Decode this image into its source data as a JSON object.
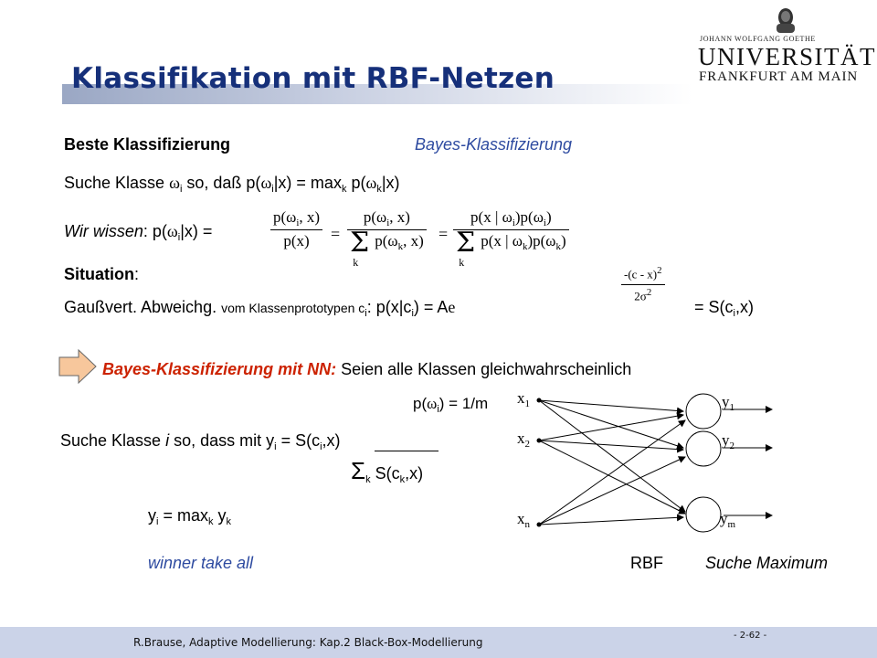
{
  "title": "Klassifikation mit RBF-Netzen",
  "logo": {
    "line1": "JOHANN WOLFGANG GOETHE",
    "line2": "UNIVERSITÄT",
    "line3": "FRANKFURT AM MAIN"
  },
  "section1": {
    "heading": "Beste Klassifizierung",
    "subheading": "Bayes-Klassifizierung",
    "line1_prefix": "Suche Klasse ",
    "omega": "ω",
    "line1_mid": " so, daß  p(",
    "line1_eq": "|x) = max",
    "line1_end": " p(",
    "line1_close": "|x)",
    "sub_i": "i",
    "sub_k": "k"
  },
  "bayes": {
    "label": "Wir wissen",
    "lhs": ": p(",
    "lhs_close": "|x) =",
    "frac1_num": "p(ω",
    "frac1_num_end": ", x)",
    "frac1_den": "p(x)",
    "frac2_num": "p(ω",
    "frac2_num_end": ", x)",
    "frac2_den": "p(ω",
    "frac2_den_end": ", x)",
    "frac3_num_a": "p(x | ω",
    "frac3_num_b": ")p(ω",
    "frac3_num_c": ")",
    "frac3_den_a": "p(x | ω",
    "frac3_den_b": ")p(ω",
    "frac3_den_c": ")",
    "sum_sub": "k",
    "equals": "="
  },
  "situation": {
    "heading": "Situation",
    "colon": ":",
    "line_a": "Gaußvert. Abweichg. ",
    "line_b": "vom Klassenprototypen c",
    "line_c": ":  p(x|c",
    "line_d": ") = A",
    "e": "e",
    "exp_num": "-(c",
    "exp_num_mid": " - x)",
    "exp_num_pow": "2",
    "exp_den": "2σ",
    "exp_den_pow": "2",
    "rhs": "= S(c",
    "rhs_mid": ",x)"
  },
  "nn": {
    "highlight": "Bayes-Klassifizierung mit NN:",
    "rest": " Seien alle Klassen gleichwahrscheinlich",
    "prior": "p(",
    "prior_end": ") = 1/m"
  },
  "search": {
    "line_a": "Suche Klasse ",
    "i": "i",
    "line_b": " so, dass mit y",
    "line_c": " = S(c",
    "line_d": ",x)",
    "sum": "Σ",
    "sum_text": " S(c",
    "sum_text_end": ",x)"
  },
  "max": {
    "text_a": "y",
    "text_b": " = max",
    "text_c": "  y"
  },
  "bottom": {
    "winner": "winner take all",
    "rbf": "RBF",
    "maximum": "Suche Maximum"
  },
  "network": {
    "inputs": [
      "x",
      "x",
      "x"
    ],
    "input_subs": [
      "1",
      "2",
      "n"
    ],
    "outputs": [
      "y",
      "y",
      "y"
    ],
    "output_subs": [
      "1",
      "2",
      "m"
    ]
  },
  "footer": {
    "text": "R.Brause, Adaptive Modellierung: Kap.2  Black-Box-Modellierung",
    "page": "- 2-62 -"
  },
  "colors": {
    "title": "#16307a",
    "highlight": "#cc2200",
    "emphasis": "#2d4aa0",
    "footer_bg": "#cbd3e8",
    "arrow_fill": "#f7c79c"
  }
}
